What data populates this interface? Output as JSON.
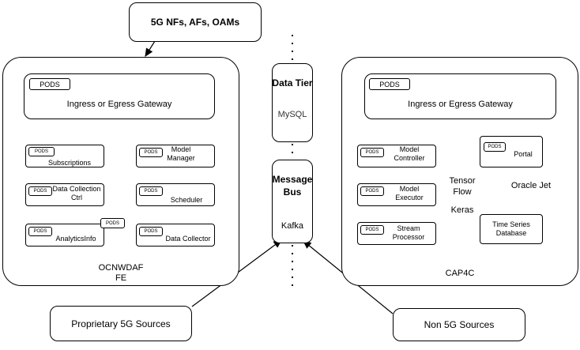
{
  "top_source": {
    "label": "5G NFs, AFs, OAMs"
  },
  "ocnwdaf": {
    "title_line1": "OCNWDAF",
    "title_line2": "FE",
    "gateway": {
      "pods": "PODS",
      "label": "Ingress or Egress Gateway"
    },
    "services": [
      {
        "pods": "PODS",
        "label": "Subscriptions"
      },
      {
        "pods": "PODS",
        "label": "Model Manager"
      },
      {
        "pods": "PODS",
        "label": "Data Collection Ctrl"
      },
      {
        "pods": "PODS",
        "label": "Scheduler"
      },
      {
        "pods": "PODS",
        "label": "AnalyticsInfo",
        "extra_pods": "PODS"
      },
      {
        "pods": "PODS",
        "label": "Data Collector"
      }
    ]
  },
  "data_tier": {
    "title": "Data Tier",
    "tech": "MySQL"
  },
  "message_bus": {
    "title": "Message Bus",
    "tech": "Kafka"
  },
  "cap4c": {
    "title": "CAP4C",
    "gateway": {
      "pods": "PODS",
      "label": "Ingress or Egress Gateway"
    },
    "services": [
      {
        "pods": "PODS",
        "label": "Model Controller"
      },
      {
        "pods": "PODS",
        "label": "Model Executor"
      },
      {
        "pods": "PODS",
        "label": "Stream Processor"
      }
    ],
    "portal": {
      "pods": "PODS",
      "label": "Portal"
    },
    "tensorflow": "Tensor Flow",
    "keras": "Keras",
    "oracle_jet": "Oracle Jet",
    "tsdb": {
      "label": "Time Series Database"
    }
  },
  "bottom_sources": {
    "proprietary": "Proprietary 5G Sources",
    "non_5g": "Non 5G Sources"
  }
}
